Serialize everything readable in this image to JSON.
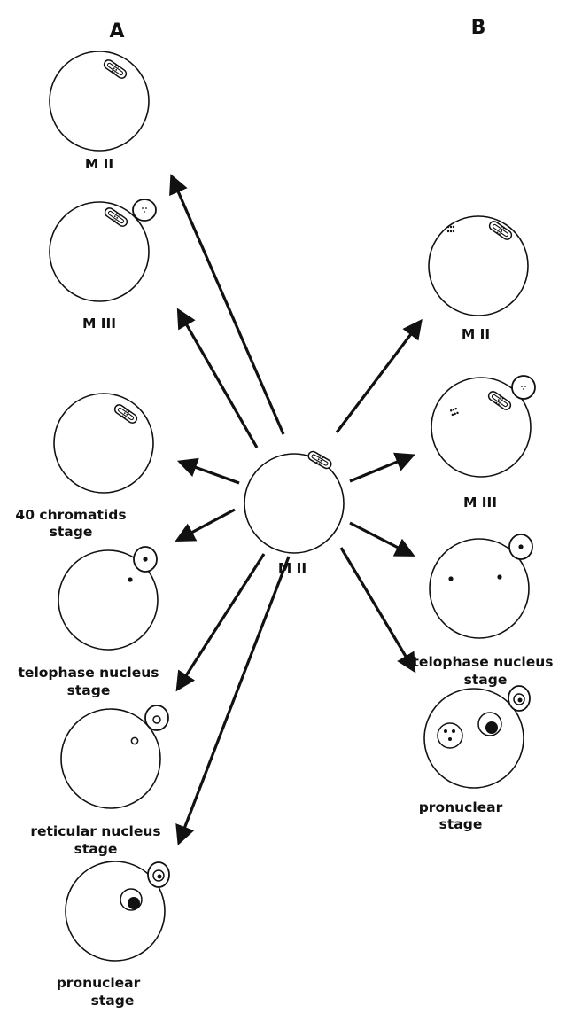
{
  "columns": {
    "a": "A",
    "b": "B"
  },
  "center": {
    "label": "M II"
  },
  "column_a": [
    {
      "lines": [
        "M II"
      ]
    },
    {
      "lines": [
        "M III"
      ]
    },
    {
      "lines": [
        "40 chromatids",
        "stage"
      ]
    },
    {
      "lines": [
        "telophase  nucleus",
        "stage"
      ]
    },
    {
      "lines": [
        "reticular  nucleus",
        "stage"
      ]
    },
    {
      "lines": [
        "pronuclear",
        "stage"
      ]
    }
  ],
  "column_b": [
    {
      "lines": [
        "M II"
      ]
    },
    {
      "lines": [
        "M III"
      ]
    },
    {
      "lines": [
        "telophase  nucleus",
        "stage"
      ]
    },
    {
      "lines": [
        "pronuclear",
        "stage"
      ]
    }
  ]
}
